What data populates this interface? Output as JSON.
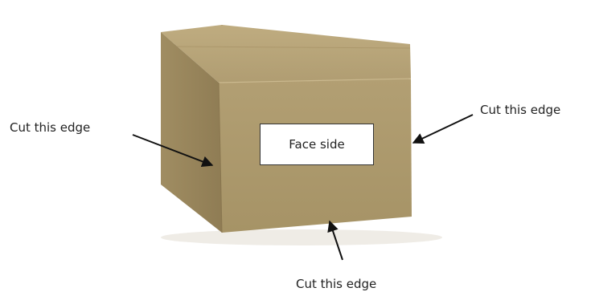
{
  "labels": {
    "cut_left": "Cut this edge",
    "cut_right": "Cut this edge",
    "cut_bottom": "Cut this edge",
    "face_side": "Face side"
  },
  "icons": {
    "box": "cardboard-box-icon",
    "arrows": "arrow-icon"
  },
  "colors": {
    "box_front": "#ad9a6e",
    "box_side": "#9c8860",
    "box_top": "#b8a57a",
    "arrow": "#111111"
  }
}
